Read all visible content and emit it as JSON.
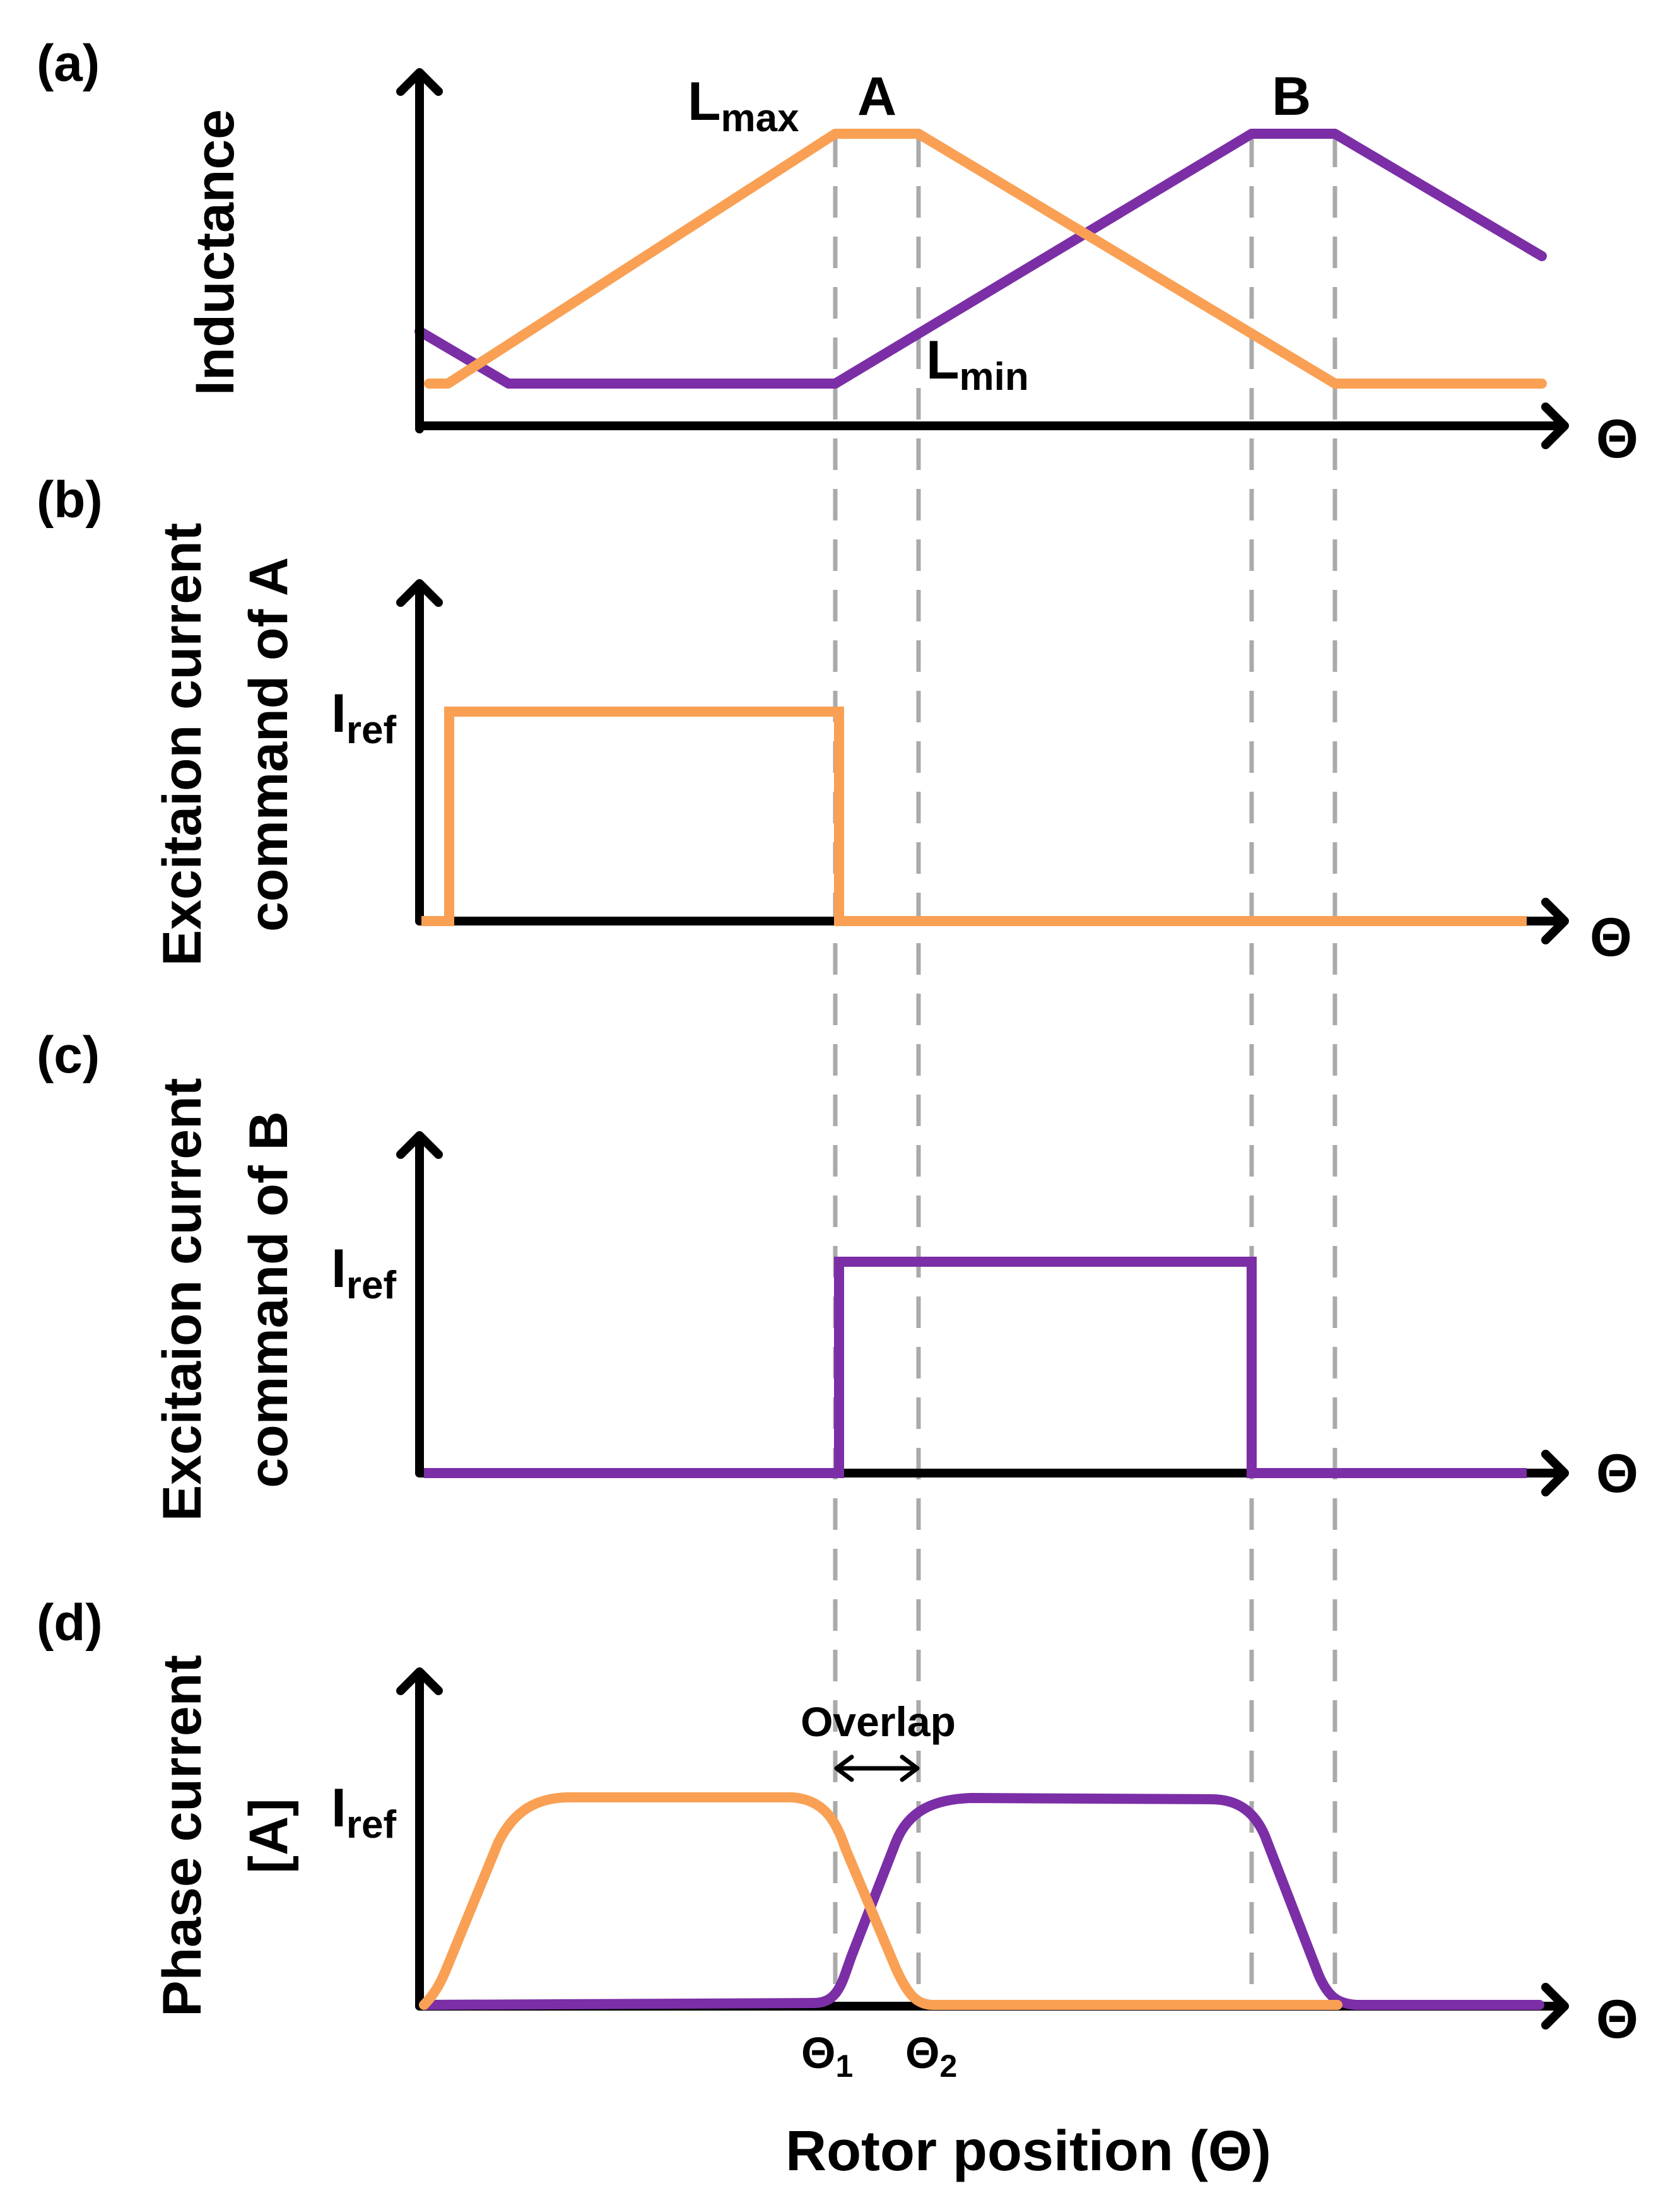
{
  "colors": {
    "phase_a": "#F9A054",
    "phase_b": "#7B2EA6",
    "axis": "#000000",
    "guide": "#AAAAAA"
  },
  "panels": {
    "a": {
      "tag": "(a)",
      "ylabel": "Inductance"
    },
    "b": {
      "tag": "(b)",
      "ylabel_line1": "Excitaion current",
      "ylabel_line2": "command of A"
    },
    "c": {
      "tag": "(c)",
      "ylabel_line1": "Excitaion current",
      "ylabel_line2": "command of B"
    },
    "d": {
      "tag": "(d)",
      "ylabel_line1": "Phase current",
      "ylabel_line2": "[A]"
    }
  },
  "labels": {
    "theta": "Θ",
    "lmax_main": "L",
    "lmax_sub": "max",
    "lmin_main": "L",
    "lmin_sub": "min",
    "peak_a": "A",
    "peak_b": "B",
    "iref_main": "I",
    "iref_sub": "ref",
    "overlap": "Overlap",
    "theta1_main": "Θ",
    "theta1_sub": "1",
    "theta2_main": "Θ",
    "theta2_sub": "2",
    "xlabel": "Rotor position (Θ)"
  }
}
